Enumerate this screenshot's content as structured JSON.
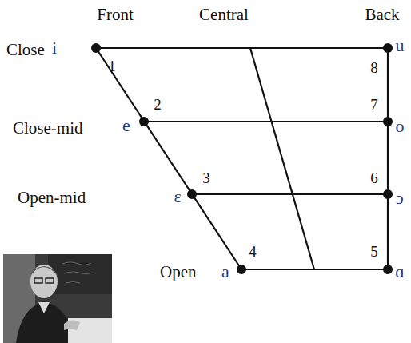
{
  "diagram": {
    "labels": [
      "Front",
      "Central",
      "Back",
      "Close",
      "i",
      "1",
      "8",
      "u",
      "2",
      "Close-mid",
      "e",
      "7",
      "o",
      "3",
      "Open-mid",
      "ɛ",
      "6",
      "ɔ",
      "4",
      "Open",
      "a",
      "5",
      "ɑ"
    ]
  }
}
